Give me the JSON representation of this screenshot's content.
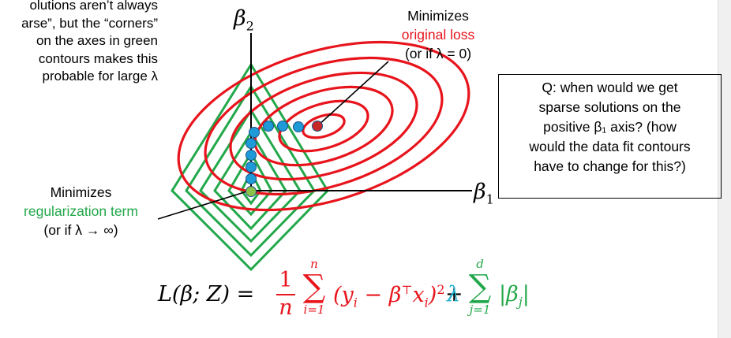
{
  "notes": {
    "top_left_lines": [
      "olutions aren’t always",
      "arse”, but the “corners”",
      "on the axes in green",
      "contours makes this",
      "probable for large λ"
    ],
    "min_original": {
      "line1": "Minimizes",
      "line2": "original loss",
      "line3": "(or if λ = 0)"
    },
    "min_regularization": {
      "line1": "Minimizes",
      "line2": "regularization term",
      "line3": "(or if λ → ∞)"
    },
    "question_lines": [
      "Q: when would we get",
      "sparse solutions on the",
      "positive β₁ axis? (how",
      "would the data fit contours",
      "have to change for this?)"
    ]
  },
  "axes": {
    "beta2": "β",
    "beta2_sub": "2",
    "beta1": "β",
    "beta1_sub": "1"
  },
  "formula": {
    "lhs": "L(β; Z) =",
    "frac_num": "1",
    "frac_den": "n",
    "sum1_upper": "n",
    "sum1_lower": "i=1",
    "loss_term": "(y",
    "loss_sub_i": "i",
    "loss_mid": " − β",
    "loss_sup_T": "⊤",
    "loss_x": "x",
    "loss_sub_i2": "i",
    "loss_end": ")",
    "loss_sq": "2",
    "plus": "+",
    "lambda": "λ",
    "sum2_upper": "d",
    "sum2_lower": "j=1",
    "reg_term": "|β",
    "reg_sub_j": "j",
    "reg_end": "|"
  },
  "colors": {
    "red": "#e8141c",
    "green": "#22a84a",
    "dot_blue": "#1e9bd7",
    "dot_green": "#8bc34a",
    "dot_red": "#c62828"
  }
}
